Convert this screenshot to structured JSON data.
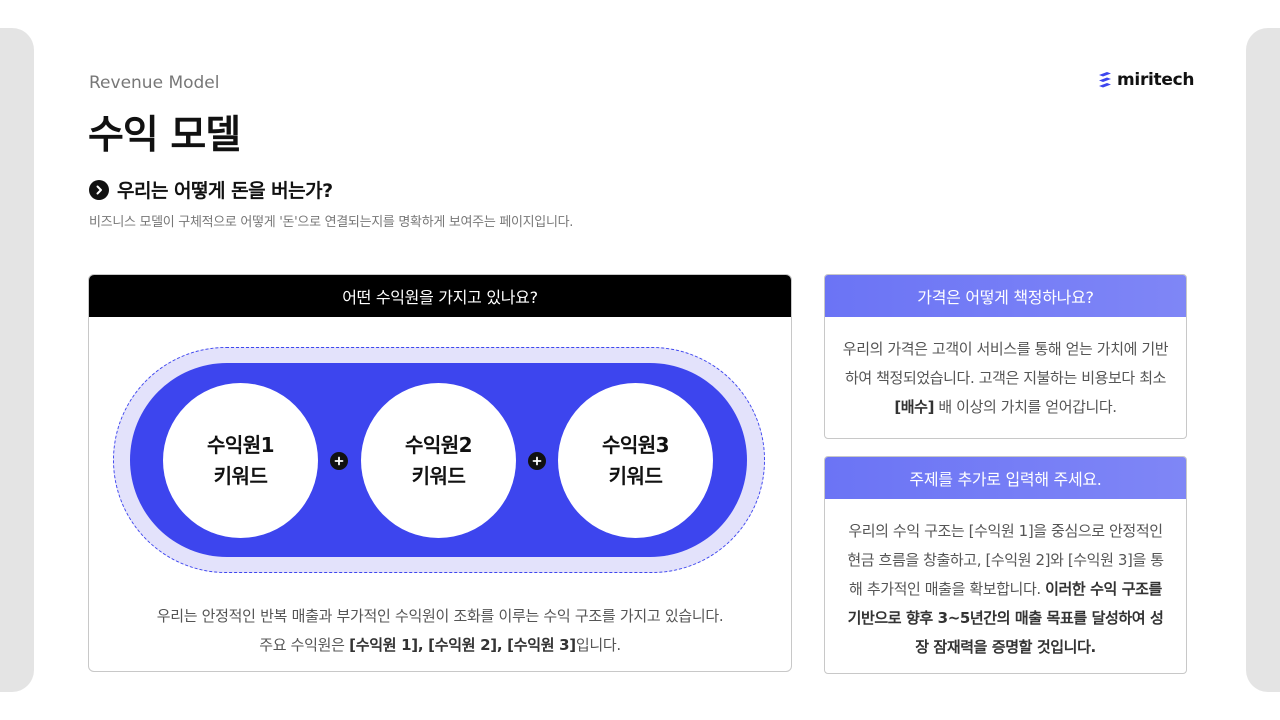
{
  "header": {
    "eyebrow": "Revenue Model",
    "title": "수익 모델",
    "logo_text": "miritech"
  },
  "intro": {
    "question": "우리는 어떻게 돈을 버는가?",
    "description": "비즈니스 모델이 구체적으로 어떻게 '돈'으로 연결되는지를 명확하게 보여주는 페이지입니다."
  },
  "main_card": {
    "header": "어떤 수익원을 가지고 있나요?",
    "sources": [
      {
        "name": "수익원1",
        "keyword": "키워드"
      },
      {
        "name": "수익원2",
        "keyword": "키워드"
      },
      {
        "name": "수익원3",
        "keyword": "키워드"
      }
    ],
    "plus_symbol": "+",
    "footer_line1": "우리는 안정적인 반복 매출과 부가적인 수익원이 조화를 이루는 수익 구조를 가지고 있습니다.",
    "footer_line2_prefix": "주요 수익원은 ",
    "footer_line2_bold": "[수익원 1], [수익원 2], [수익원 3]",
    "footer_line2_suffix": "입니다."
  },
  "pricing_card": {
    "header": "가격은 어떻게 책정하나요?",
    "body_prefix": "우리의 가격은 고객이 서비스를 통해 얻는 가치에 기반하여 책정되었습니다. 고객은 지불하는 비용보다 최소 ",
    "body_bold": "[배수]",
    "body_suffix": " 배 이상의 가치를 얻어갑니다."
  },
  "topic_card": {
    "header": "주제를 추가로 입력해 주세요.",
    "body_normal": "우리의 수익 구조는 [수익원 1]을 중심으로 안정적인 현금 흐름을 창출하고, [수익원 2]와 [수익원 3]을 통해 추가적인 매출을 확보합니다. ",
    "body_bold": "이러한 수익 구조를 기반으로 향후 3~5년간의 매출 목표를 달성하여 성장 잠재력을 증명할 것입니다."
  },
  "colors": {
    "accent_blue": "#3d45ee",
    "pill_light": "#e3e2fb",
    "side_header": "#6b74f5",
    "black_header": "#000000"
  },
  "icons": {
    "logo": "stacked-stripes-icon",
    "bullet": "chevron-right-circle-icon",
    "plus": "plus-circle-icon"
  }
}
